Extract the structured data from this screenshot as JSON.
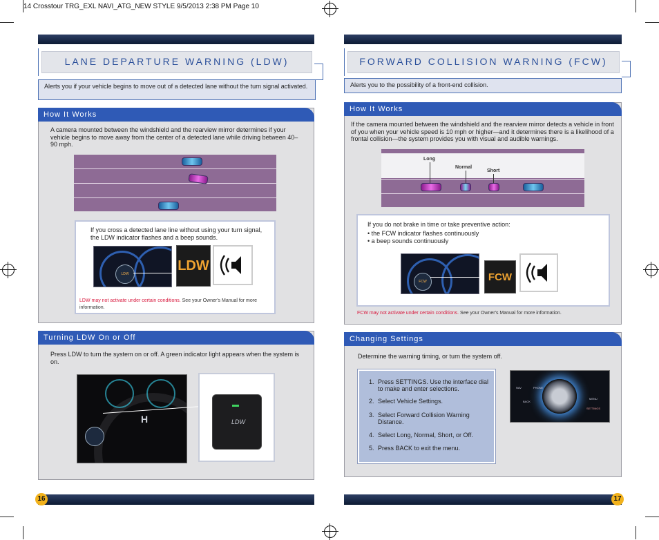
{
  "slug": "14 Crosstour TRG_EXL NAVI_ATG_NEW STYLE  9/5/2013  2:38 PM  Page 10",
  "left": {
    "title": "LANE DEPARTURE WARNING (LDW)",
    "alert": "Alerts you if your vehicle begins to move out of a detected lane without the turn signal activated.",
    "how": {
      "tab": "How It Works",
      "text": "A camera mounted between the windshield and the rearview mirror determines if your vehicle begins to move away from the center of a detected lane while driving between 40–90 mph.",
      "cross_text": "If you cross a detected lane line without using your turn signal, the LDW indicator flashes and a beep sounds.",
      "indicator": "LDW",
      "callout": "LDW",
      "note_red": "LDW may not activate under certain conditions.",
      "note": " See your Owner's Manual for more information."
    },
    "turning": {
      "tab": "Turning LDW On or Off",
      "text": "Press LDW to turn the system on or off. A green indicator light appears when the system is on.",
      "button_label": "LDW"
    },
    "page_number": "16"
  },
  "right": {
    "title": "FORWARD COLLISION WARNING (FCW)",
    "alert": "Alerts you to the possibility of a front-end collision.",
    "how": {
      "tab": "How It Works",
      "text": "If the camera mounted between the windshield and the rearview mirror detects a vehicle in front of you when your vehicle speed is 10 mph or higher—and it determines there is a likelihood of a frontal collision—the system provides you with visual and audible warnings.",
      "distance_labels": [
        "Long",
        "Normal",
        "Short"
      ],
      "action_text": "If you do not brake in time or take preventive action:",
      "bullets": [
        "• the FCW indicator flashes continuously",
        "• a beep sounds continuously"
      ],
      "indicator": "FCW",
      "callout": "FCW",
      "note_red": "FCW may not activate under certain conditions.",
      "note": " See your Owner's Manual for more information."
    },
    "changing": {
      "tab": "Changing Settings",
      "text": "Determine the warning timing, or turn the system off.",
      "steps": [
        {
          "n": "1.",
          "t": "Press SETTINGS. Use the interface dial to make and enter selections."
        },
        {
          "n": "2.",
          "t": "Select Vehicle Settings."
        },
        {
          "n": "3.",
          "t": "Select Forward Collision Warning Distance."
        },
        {
          "n": "4.",
          "t": "Select Long, Normal, Short, or Off."
        },
        {
          "n": "5.",
          "t": "Press BACK to exit the menu."
        }
      ],
      "panel_labels": [
        "NAV",
        "PHONE",
        "BACK",
        "MENU",
        "SETTINGS"
      ]
    },
    "page_number": "17"
  },
  "colors": {
    "accent": "#2f5ab6",
    "title_text": "#2a4f9a",
    "warning_red": "#d8173c",
    "lane": "#8e6b95",
    "page_badge": "#f2b21b"
  }
}
